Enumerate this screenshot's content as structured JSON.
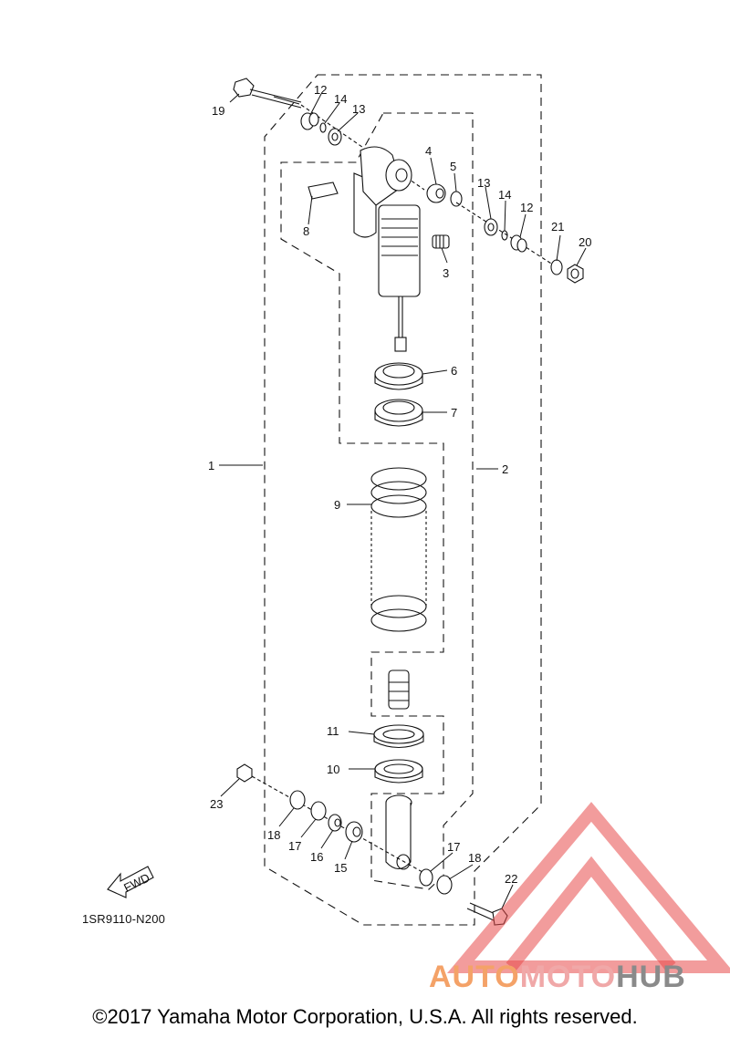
{
  "callouts": [
    "1",
    "2",
    "3",
    "4",
    "5",
    "6",
    "7",
    "8",
    "9",
    "10",
    "11",
    "12",
    "12",
    "13",
    "13",
    "14",
    "14",
    "15",
    "16",
    "17",
    "17",
    "18",
    "18",
    "19",
    "20",
    "21",
    "22",
    "23"
  ],
  "fwd_label": "FWD",
  "diagram_code": "1SR9110-N200",
  "copyright": "©2017 Yamaha Motor Corporation, U.S.A. All rights reserved.",
  "watermark": {
    "part1": "AUTO",
    "part2": "MOTO",
    "part3": "HUB",
    "colors": {
      "auto": "#f4a268",
      "moto": "#f0a8a8",
      "hub": "#8a8a8a",
      "logo": "#e84a4a"
    }
  }
}
